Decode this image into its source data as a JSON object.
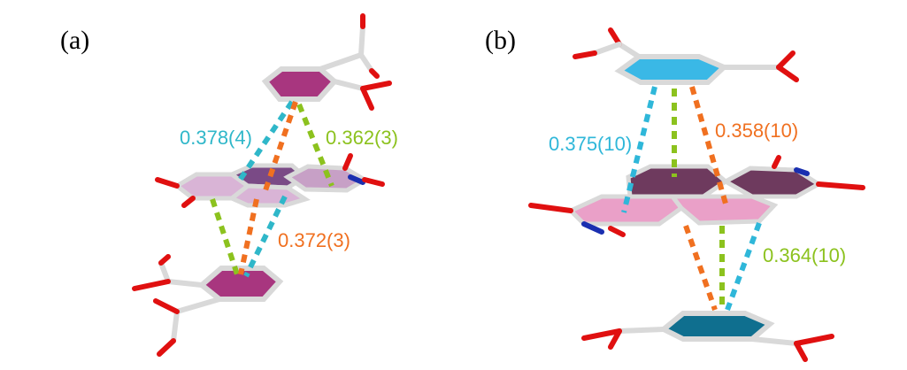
{
  "panels": [
    {
      "label": "(a)",
      "distances": [
        {
          "text": "0.378(4)",
          "color": "#2fb7c9"
        },
        {
          "text": "0.362(3)",
          "color": "#8cc21e"
        },
        {
          "text": "0.372(3)",
          "color": "#f07020"
        }
      ],
      "ring_colors": {
        "outer": "#a8367f",
        "core_light": "#d9b4d6",
        "core_dark": "#7a4a86"
      }
    },
    {
      "label": "(b)",
      "distances": [
        {
          "text": "0.375(10)",
          "color": "#2fb7d9"
        },
        {
          "text": "0.358(10)",
          "color": "#f07020"
        },
        {
          "text": "0.364(10)",
          "color": "#8cc21e"
        }
      ],
      "ring_colors": {
        "top": "#3ab8e6",
        "core_pink": "#eaa0c8",
        "core_dark": "#6e3a5e",
        "bottom": "#0f6f8f"
      }
    }
  ]
}
